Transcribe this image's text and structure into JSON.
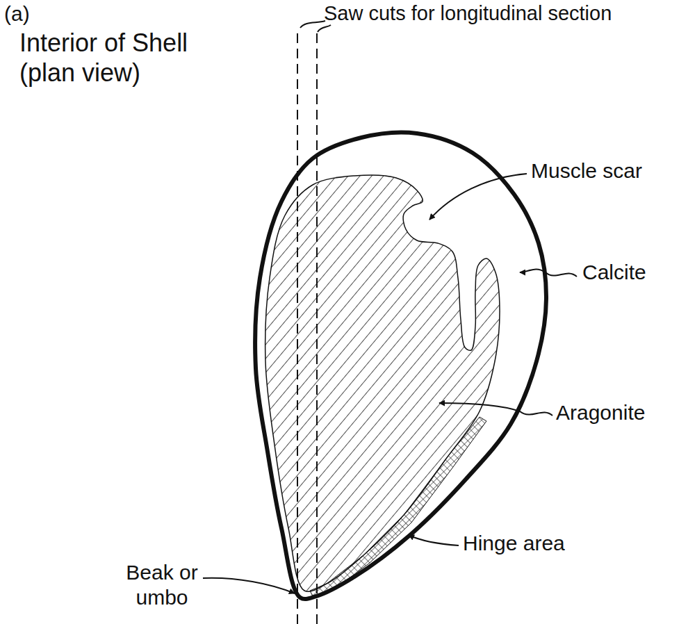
{
  "diagram": {
    "title": "Interior of Shell (plan view)",
    "labels": [
      "(a)",
      "Saw cuts for longitudinal section",
      "Muscle scar",
      "Calcite",
      "Aragonite",
      "Hinge area",
      "Beak or umbo"
    ]
  }
}
